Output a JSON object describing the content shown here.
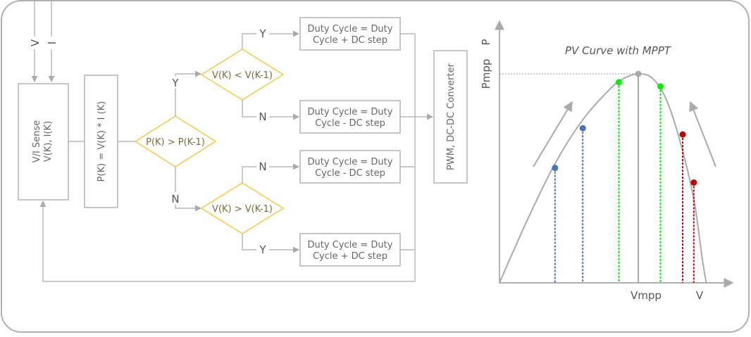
{
  "diagram": {
    "inputs": {
      "voltage_label": "V",
      "current_label": "I"
    },
    "sense_block": {
      "line1": "V/I Sense",
      "line2": "V(K), I(K)"
    },
    "power_block": {
      "label": "P(K) = V(K) * I (K)"
    },
    "decision_power": {
      "label": "P(K) > P(K-1)",
      "yes": "Y",
      "no": "N"
    },
    "decision_v_less": {
      "label": "V(K) < V(K-1)",
      "yes": "Y",
      "no": "N"
    },
    "decision_v_greater": {
      "label": "V(K) > V(K-1)",
      "yes": "Y",
      "no": "N"
    },
    "actions": [
      {
        "line1": "Duty Cycle = Duty",
        "line2": "Cycle + DC step"
      },
      {
        "line1": "Duty Cycle = Duty",
        "line2": "Cycle - DC step"
      },
      {
        "line1": "Duty Cycle = Duty",
        "line2": "Cycle - DC step"
      },
      {
        "line1": "Duty Cycle = Duty",
        "line2": "Cycle + DC step"
      }
    ],
    "converter_block": {
      "label": "PWM, DC-DC Converter"
    }
  },
  "chart_data": {
    "type": "line",
    "title": "PV Curve with MPPT",
    "xlabel": "V",
    "ylabel": "P",
    "x_tick_labels": [
      "Vmpp"
    ],
    "y_tick_labels": [
      "Pmpp"
    ],
    "xlim": [
      0,
      1
    ],
    "ylim": [
      0,
      1
    ],
    "series": [
      {
        "name": "PV curve",
        "color": "#aaaaaa",
        "points": [
          [
            0,
            0
          ],
          [
            0.1,
            0.3
          ],
          [
            0.2,
            0.57
          ],
          [
            0.3,
            0.78
          ],
          [
            0.4,
            0.93
          ],
          [
            0.45,
            0.98
          ],
          [
            0.5,
            1.0
          ],
          [
            0.55,
            0.98
          ],
          [
            0.6,
            0.88
          ],
          [
            0.65,
            0.68
          ],
          [
            0.7,
            0.4
          ],
          [
            0.73,
            0.12
          ],
          [
            0.745,
            0
          ]
        ]
      }
    ],
    "mpp": {
      "x": 0.5,
      "y": 1.0,
      "color": "#aaaaaa"
    },
    "operating_points": [
      {
        "group": "left",
        "color": "#4472c4",
        "x": 0.2,
        "y": 0.55
      },
      {
        "group": "left",
        "color": "#4472c4",
        "x": 0.3,
        "y": 0.74
      },
      {
        "group": "near-mpp",
        "color": "#00ee00",
        "x": 0.43,
        "y": 0.96
      },
      {
        "group": "near-mpp",
        "color": "#00ee00",
        "x": 0.58,
        "y": 0.94
      },
      {
        "group": "right",
        "color": "#c00000",
        "x": 0.66,
        "y": 0.71
      },
      {
        "group": "right",
        "color": "#c00000",
        "x": 0.7,
        "y": 0.48
      }
    ],
    "trend_arrows": [
      {
        "side": "left",
        "direction": "up-right"
      },
      {
        "side": "right",
        "direction": "up-left"
      }
    ],
    "grid": false
  }
}
